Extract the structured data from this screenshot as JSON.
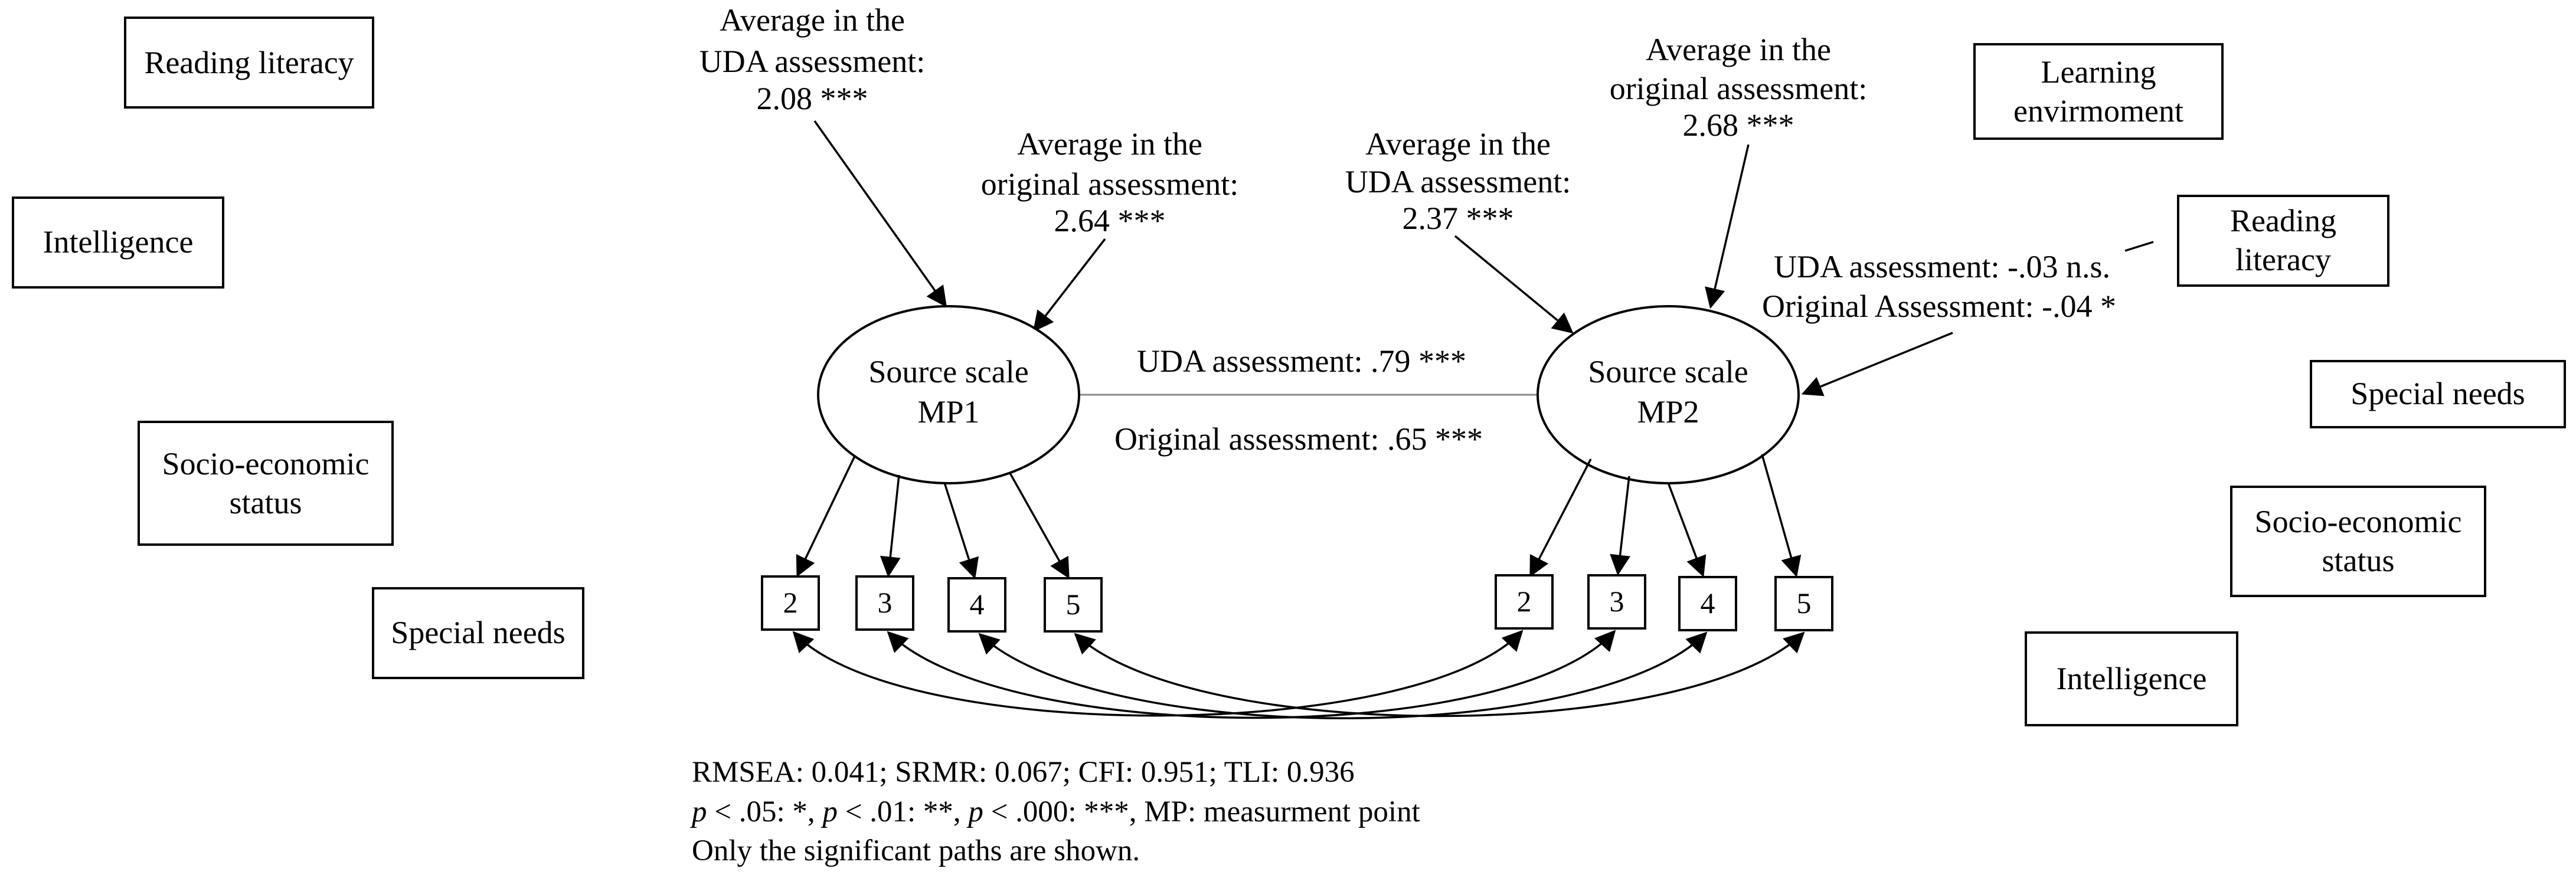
{
  "colors": {
    "stroke": "#000000",
    "correlation_line": "#888888",
    "background": "#ffffff"
  },
  "left_covariates": {
    "reading_literacy": "Reading literacy",
    "intelligence": "Intelligence",
    "ses_line1": "Socio-economic",
    "ses_line2": "status",
    "special_needs": "Special needs"
  },
  "right_covariates": {
    "learning_env_line1": "Learning",
    "learning_env_line2": "envirmoment",
    "reading_literacy_line1": "Reading",
    "reading_literacy_line2": "literacy",
    "special_needs": "Special needs",
    "ses_line1": "Socio-economic",
    "ses_line2": "status",
    "intelligence": "Intelligence"
  },
  "latent": {
    "mp1_line1": "Source scale",
    "mp1_line2": "MP1",
    "mp2_line1": "Source scale",
    "mp2_line2": "MP2"
  },
  "indicators": {
    "mp1": [
      "2",
      "3",
      "4",
      "5"
    ],
    "mp2": [
      "2",
      "3",
      "4",
      "5"
    ]
  },
  "annotations": {
    "mp1_uda": {
      "line1": "Average in the",
      "line2": "UDA assessment:",
      "line3": "2.08 ***"
    },
    "mp1_orig": {
      "line1": "Average in the",
      "line2": "original assessment:",
      "line3": "2.64 ***"
    },
    "mp2_uda": {
      "line1": "Average in the",
      "line2": "UDA assessment:",
      "line3": "2.37 ***"
    },
    "mp2_orig": {
      "line1": "Average in the",
      "line2": "original assessment:",
      "line3": "2.68 ***"
    },
    "correlation_uda": "UDA assessment: .79 ***",
    "correlation_orig": "Original assessment: .65 ***",
    "reading_path_uda": "UDA assessment: -.03 n.s.",
    "reading_path_orig": "Original Assessment: -.04 *"
  },
  "footnote": {
    "fit": "RMSEA: 0.041; SRMR: 0.067; CFI: 0.951; TLI: 0.936",
    "sig_p1": "p",
    "sig_t1": " < .05: *, ",
    "sig_p2": "p",
    "sig_t2": " < .01: **, ",
    "sig_p3": "p",
    "sig_t3": " < .000: ***, MP: measurment point",
    "note": "Only the significant paths are shown."
  }
}
